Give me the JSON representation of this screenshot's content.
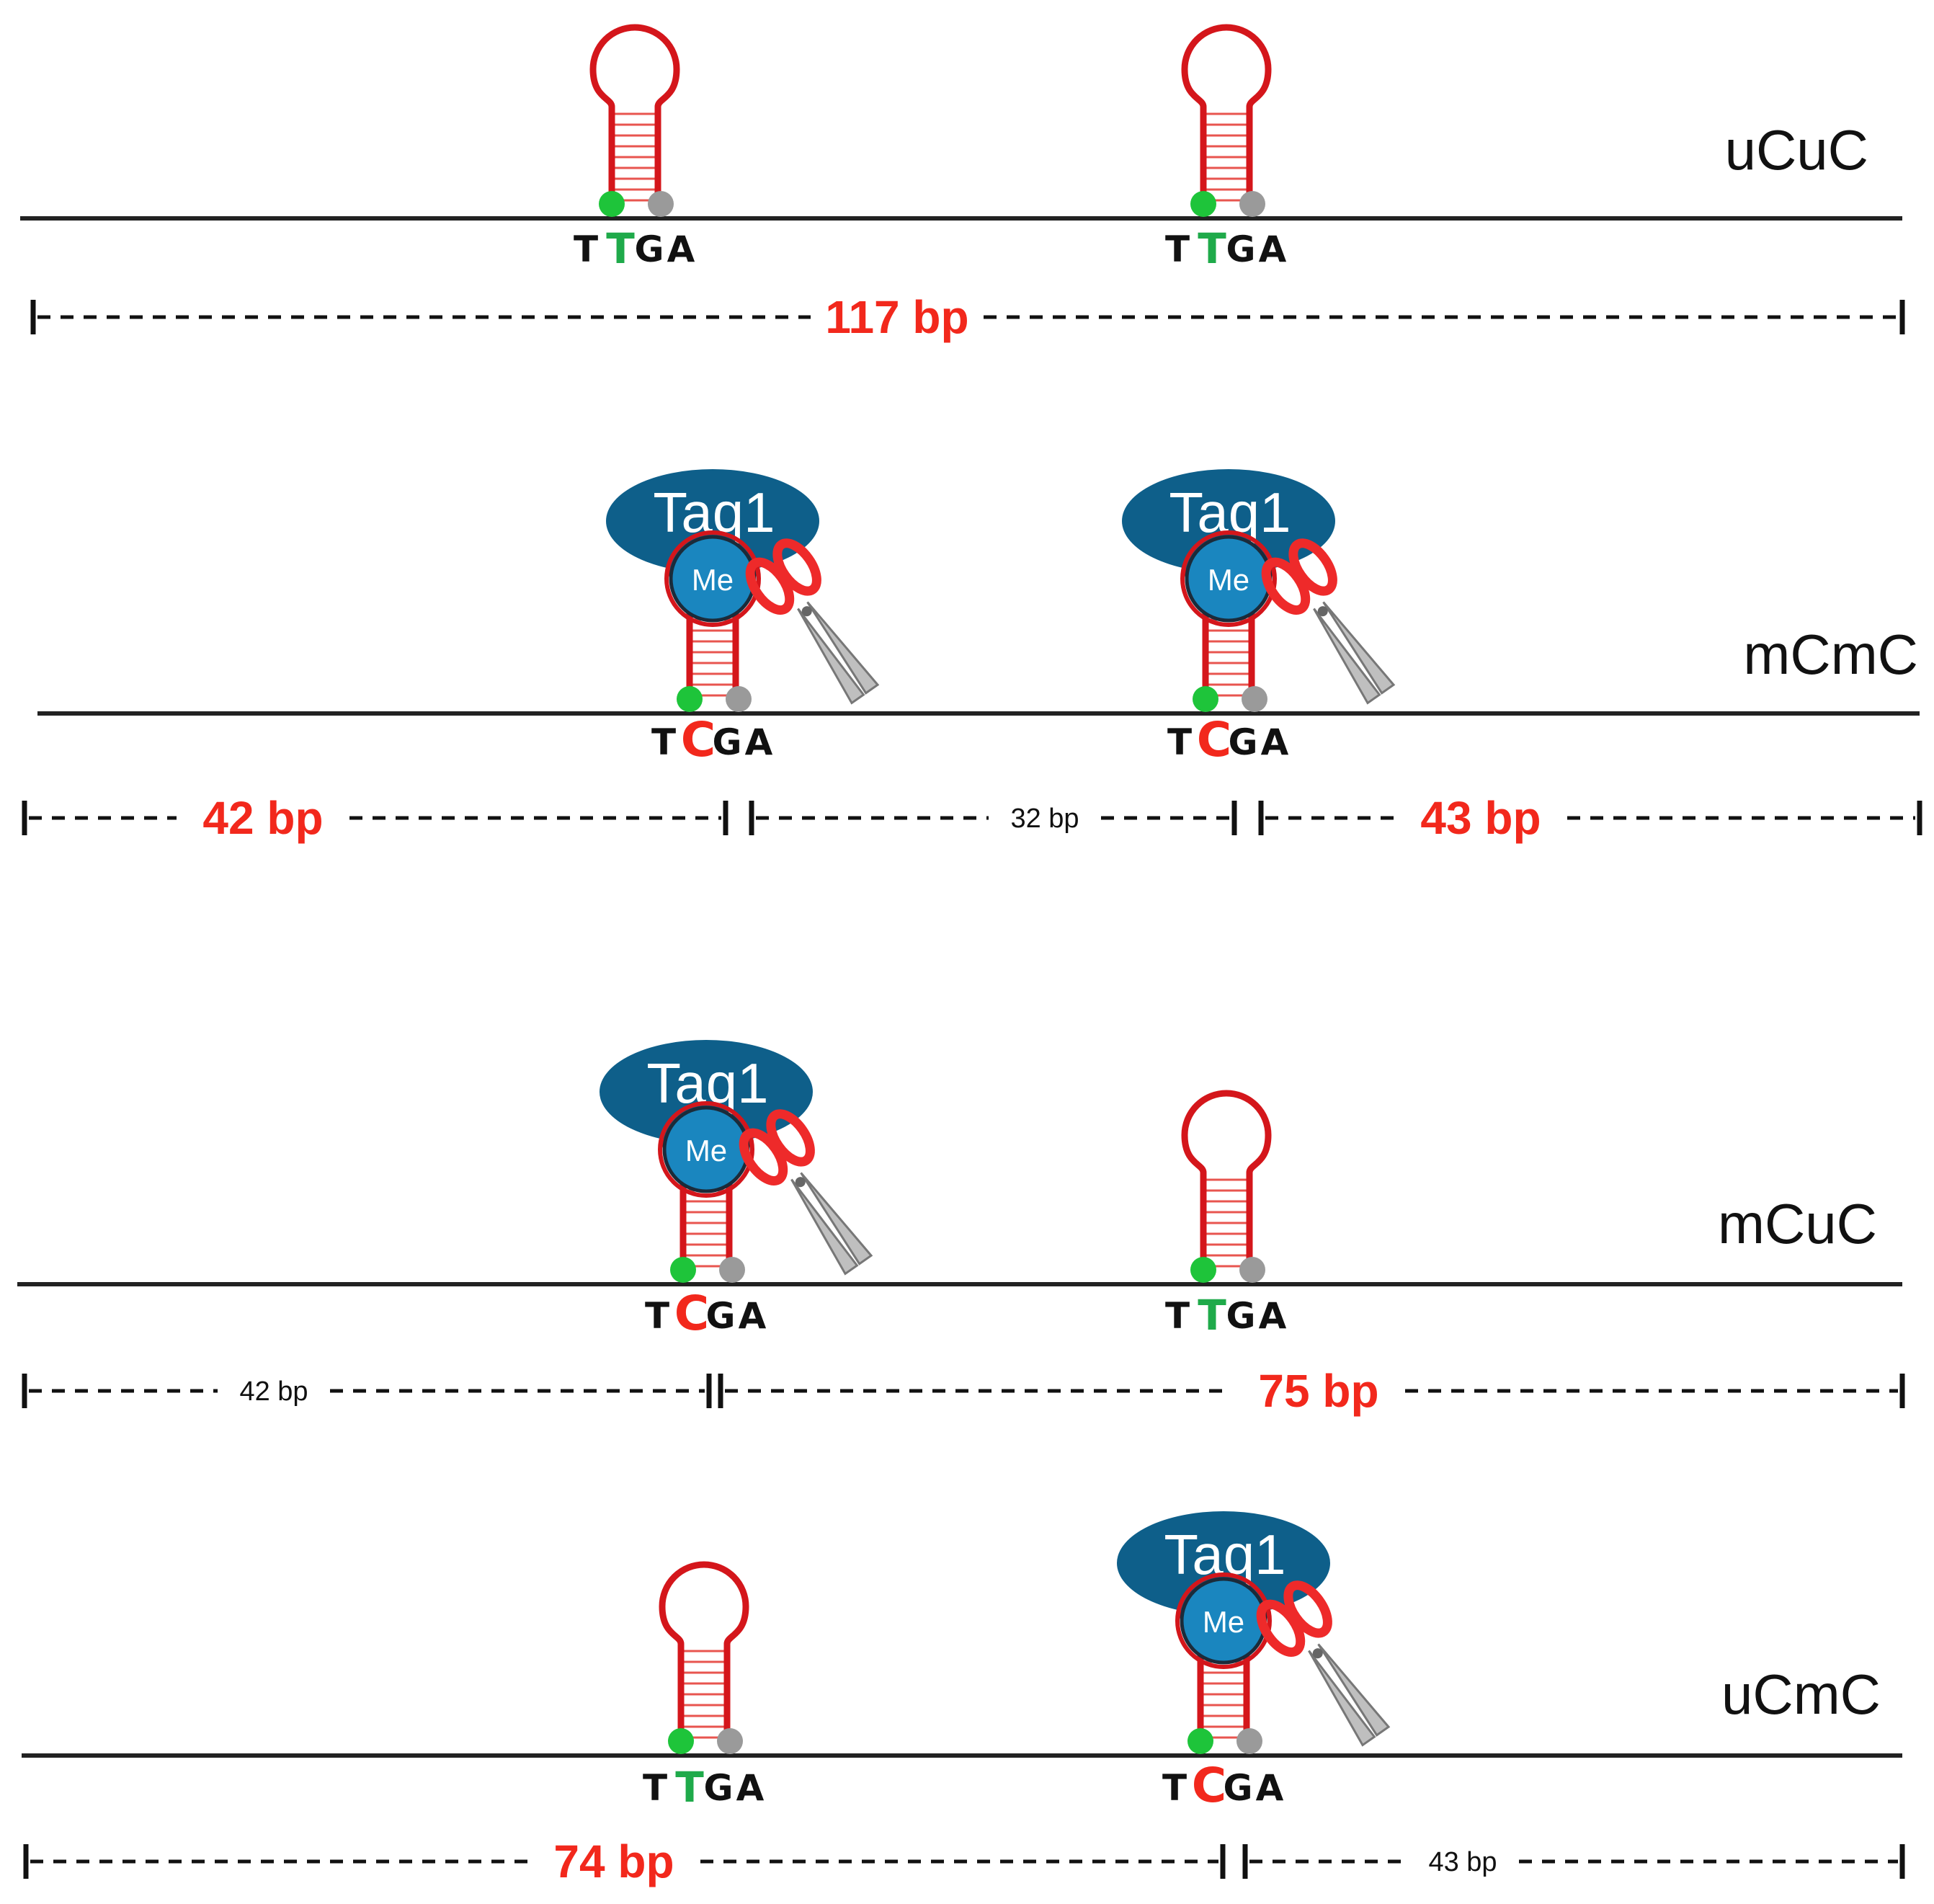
{
  "colors": {
    "line": "#222222",
    "hairpin": "#d4161b",
    "rung": "#e8554f",
    "green_dot": "#1ec43a",
    "grey_dot": "#9a9a9a",
    "taq_ellipse": "#0e5f8a",
    "me_circle": "#1a86bf",
    "red_label": "#f2281c",
    "green_base": "#1faa4a",
    "scissor_handle": "#ee2a2a",
    "scissor_blade": "#bfbfbf"
  },
  "icons": {
    "scissors": "scissors-icon",
    "hairpin": "hairpin-probe-icon",
    "taq": "taq1-enzyme-icon"
  },
  "enzyme_label": "Taq1",
  "methyl_label": "Me",
  "panels": [
    {
      "name": "uCuC",
      "sites": [
        {
          "bases": [
            "T",
            "T",
            "G",
            "A"
          ],
          "methylated": false
        },
        {
          "bases": [
            "T",
            "T",
            "G",
            "A"
          ],
          "methylated": false
        }
      ],
      "fragments": [
        {
          "label": "117 bp",
          "highlight": true
        }
      ]
    },
    {
      "name": "mCmC",
      "sites": [
        {
          "bases": [
            "T",
            "C",
            "G",
            "A"
          ],
          "methylated": true
        },
        {
          "bases": [
            "T",
            "C",
            "G",
            "A"
          ],
          "methylated": true
        }
      ],
      "fragments": [
        {
          "label": "42 bp",
          "highlight": true
        },
        {
          "label": "32 bp",
          "highlight": false
        },
        {
          "label": "43 bp",
          "highlight": true
        }
      ]
    },
    {
      "name": "mCuC",
      "sites": [
        {
          "bases": [
            "T",
            "C",
            "G",
            "A"
          ],
          "methylated": true
        },
        {
          "bases": [
            "T",
            "T",
            "G",
            "A"
          ],
          "methylated": false
        }
      ],
      "fragments": [
        {
          "label": "42 bp",
          "highlight": false
        },
        {
          "label": "75 bp",
          "highlight": true
        }
      ]
    },
    {
      "name": "uCmC",
      "sites": [
        {
          "bases": [
            "T",
            "T",
            "G",
            "A"
          ],
          "methylated": false
        },
        {
          "bases": [
            "T",
            "C",
            "G",
            "A"
          ],
          "methylated": true
        }
      ],
      "fragments": [
        {
          "label": "74 bp",
          "highlight": true
        },
        {
          "label": "43 bp",
          "highlight": false
        }
      ]
    }
  ]
}
